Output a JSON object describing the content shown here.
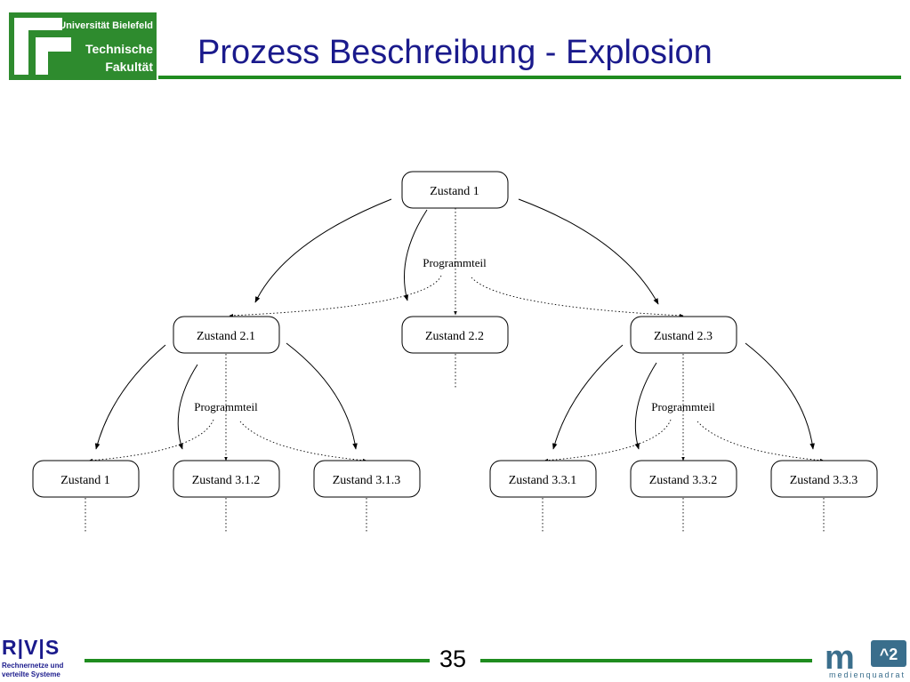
{
  "header": {
    "logo": {
      "line1": "Universität Bielefeld",
      "line2": "Technische",
      "line3": "Fakultät"
    },
    "title": "Prozess Beschreibung - Explosion"
  },
  "diagram": {
    "nodes": {
      "root": "Zustand 1",
      "l2_1": "Zustand 2.1",
      "l2_2": "Zustand 2.2",
      "l2_3": "Zustand 2.3",
      "l3_1": "Zustand 1",
      "l3_2": "Zustand 3.1.2",
      "l3_3": "Zustand 3.1.3",
      "l3_4": "Zustand 3.3.1",
      "l3_5": "Zustand 3.3.2",
      "l3_6": "Zustand 3.3.3"
    },
    "labels": {
      "top": "Programmteil",
      "left": "Programmteil",
      "right": "Programmteil"
    }
  },
  "footer": {
    "page_number": "35",
    "rvs": {
      "title": "R|V|S",
      "line1": "Rechnernetze und",
      "line2": "verteilte Systeme"
    },
    "m2": {
      "mark": "m^2",
      "subtitle": "medienquadrat"
    }
  },
  "colors": {
    "title": "#1a1a8c",
    "rule": "#1f8c1f",
    "logo_green": "#2e8b2e",
    "m2_blue": "#3a6e8c"
  }
}
